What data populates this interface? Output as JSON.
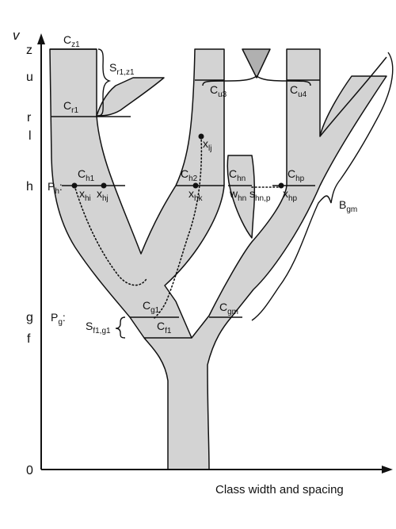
{
  "axis": {
    "y_label": "v",
    "x_label": "Class width and spacing",
    "levels": [
      {
        "id": "z",
        "label": "z"
      },
      {
        "id": "u",
        "label": "u"
      },
      {
        "id": "r",
        "label": "r"
      },
      {
        "id": "l",
        "label": "l"
      },
      {
        "id": "h",
        "label": "h"
      },
      {
        "id": "g",
        "label": "g"
      },
      {
        "id": "f",
        "label": "f"
      },
      {
        "id": "zero",
        "label": "0"
      }
    ]
  },
  "labels": {
    "cz1": {
      "main": "C",
      "sub": "z1"
    },
    "sr1z1": {
      "main": "S",
      "sub": "r1,z1"
    },
    "cr1": {
      "main": "C",
      "sub": "r1"
    },
    "cu3": {
      "main": "C",
      "sub": "u3"
    },
    "cu4": {
      "main": "C",
      "sub": "u4"
    },
    "xlj": {
      "main": "x",
      "sub": "lj"
    },
    "ph": {
      "main": "P",
      "sub": "h",
      "suffix": ":"
    },
    "ch1": {
      "main": "C",
      "sub": "h1"
    },
    "xhi": {
      "main": "x",
      "sub": "hi"
    },
    "xhj": {
      "main": "x",
      "sub": "hj"
    },
    "ch2": {
      "main": "C",
      "sub": "h2"
    },
    "xhk": {
      "main": "x",
      "sub": "hk"
    },
    "chn": {
      "main": "C",
      "sub": "hn"
    },
    "chp": {
      "main": "C",
      "sub": "hp"
    },
    "whn": {
      "main": "w",
      "sub": "hn"
    },
    "shnp": {
      "main": "s",
      "sub": "hn,p"
    },
    "xhp": {
      "main": "x",
      "sub": "hp"
    },
    "bgm": {
      "main": "B",
      "sub": "gm"
    },
    "cg1": {
      "main": "C",
      "sub": "g1"
    },
    "cgm": {
      "main": "C",
      "sub": "gm"
    },
    "pg": {
      "main": "P",
      "sub": "g",
      "suffix": ":"
    },
    "sf1g1": {
      "main": "S",
      "sub": "f1,g1"
    },
    "cf1": {
      "main": "C",
      "sub": "f1"
    }
  },
  "colors": {
    "branch_fill": "#d3d3d3",
    "outline": "#111111"
  }
}
